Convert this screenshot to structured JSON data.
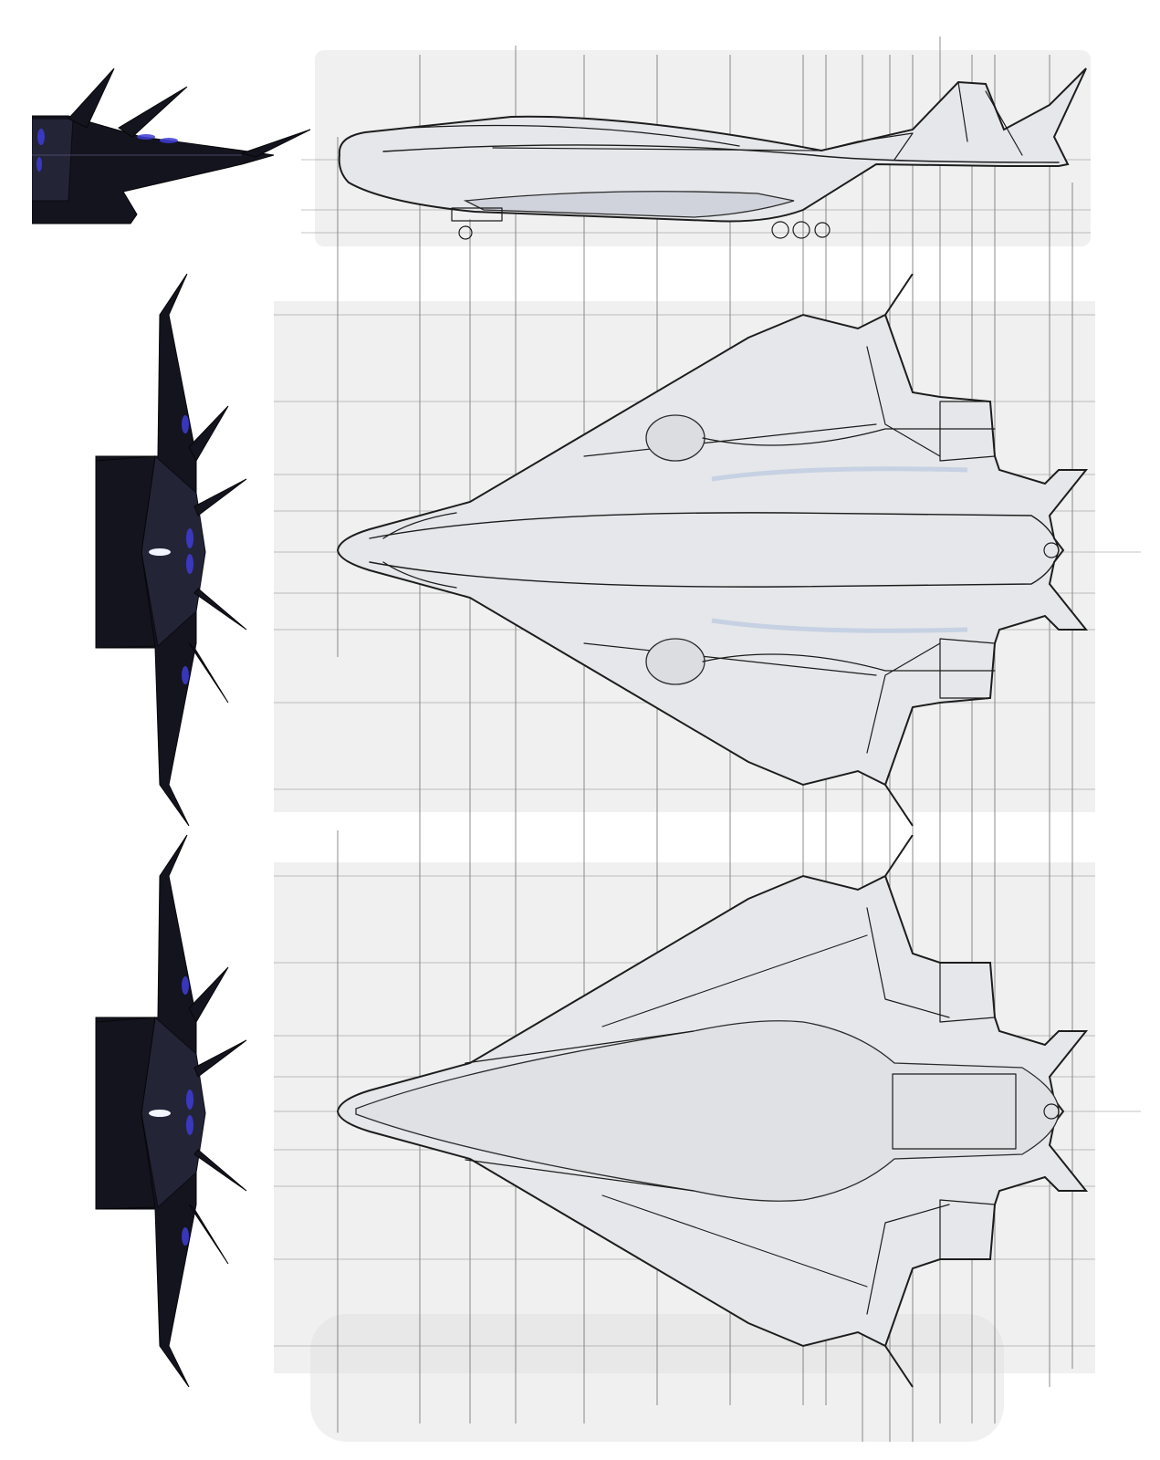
{
  "sheet": {
    "colors": {
      "paper": "#ffffff",
      "hull_fill": "#e6e7ea",
      "sketch_line": "#1d1d1d",
      "render_dark": "#14141f",
      "render_glow": "#3f3cd6",
      "intake_tint": "#b8c8e0"
    },
    "views": [
      {
        "id": "front-render-top",
        "kind": "3d render, front view"
      },
      {
        "id": "side-sketch",
        "kind": "side elevation sketch"
      },
      {
        "id": "front-render-middle",
        "kind": "3d render, front view"
      },
      {
        "id": "underside-sketch",
        "kind": "planform sketch, underside"
      },
      {
        "id": "front-render-bottom",
        "kind": "3d render, front view"
      },
      {
        "id": "top-sketch",
        "kind": "planform sketch, top"
      }
    ]
  }
}
